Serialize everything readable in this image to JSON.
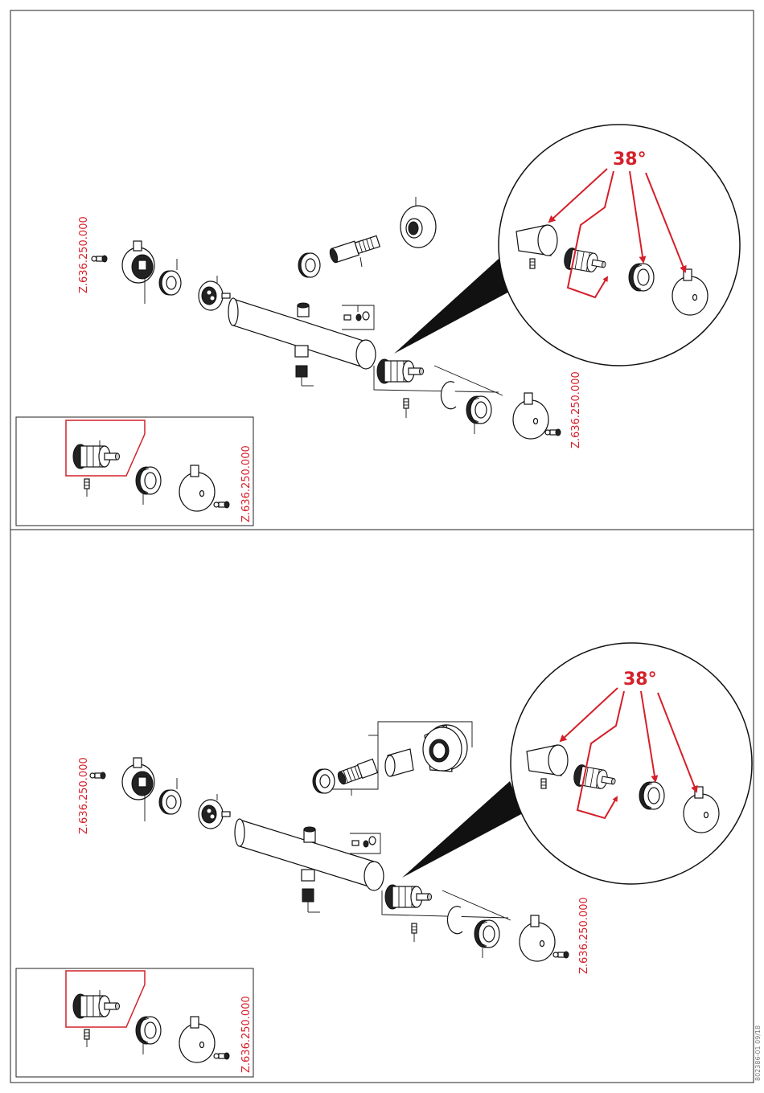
{
  "panels": [
    {
      "ref_codes": {
        "left": "Z.636.250.000",
        "right": "Z.636.250.000",
        "inset": "Z.636.250.000"
      },
      "callout_angle": "38°"
    },
    {
      "ref_codes": {
        "left": "Z.636.250.000",
        "right": "Z.636.250.000",
        "inset": "Z.636.250.000"
      },
      "callout_angle": "38°"
    }
  ],
  "doc_number": "802386-01 09/18",
  "colors": {
    "accent": "#d4202a",
    "line": "#111111"
  }
}
